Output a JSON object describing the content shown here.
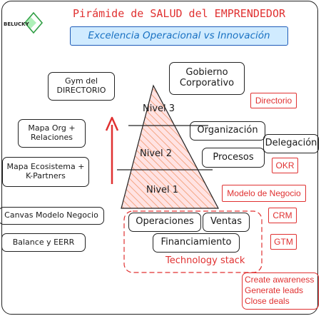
{
  "logo": {
    "text": "BELUCKY"
  },
  "title": "Pirámide de SALUD del EMPRENDEDOR",
  "subtitle": "Excelencia Operacional vs Innovación",
  "pyramid": {
    "levels": [
      "Nivel 3",
      "Nivel 2",
      "Nivel 1"
    ]
  },
  "left_boxes": [
    "Gym del DIRECTORIO",
    "Mapa Org + Relaciones",
    "Mapa Ecosistema + K-Partners",
    "Canvas Modelo Negocio",
    "Balance y EERR"
  ],
  "center_boxes": {
    "gobierno": "Gobierno Corporativo",
    "organizacion": "Organización",
    "delegacion": "Delegación",
    "procesos": "Procesos",
    "operaciones": "Operaciones",
    "ventas": "Ventas",
    "financiamiento": "Financiamiento"
  },
  "tech_stack_label": "Technology stack",
  "red_tags": {
    "directorio": "Directorio",
    "okr": "OKR",
    "modelo": "Modelo de Negocio",
    "crm": "CRM",
    "gtm": "GTM"
  },
  "gtm_actions": [
    "Create awareness",
    "Generate leads",
    "Close deals"
  ],
  "colors": {
    "accent_red": "#e03131",
    "blue": "#1971c2",
    "blue_fill": "#d0ebff",
    "pyramid_fill": "#ffc9c9",
    "logo_green": "#2f9e44"
  }
}
